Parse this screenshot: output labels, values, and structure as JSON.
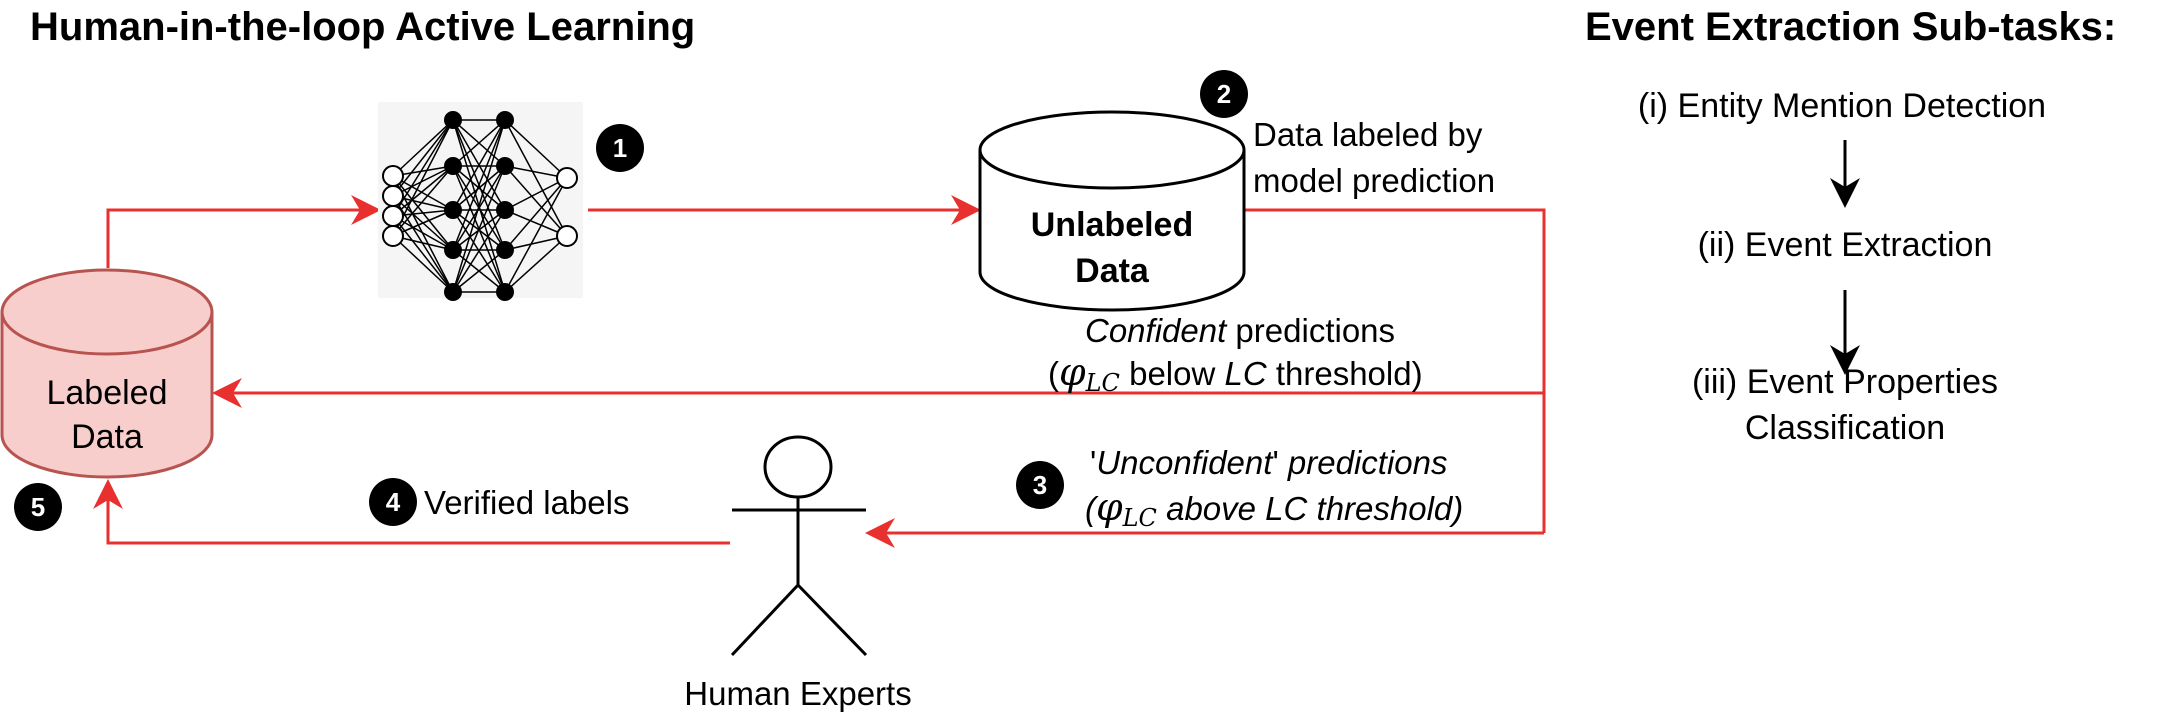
{
  "left_title": "Human-in-the-loop Active Learning",
  "right_title": "Event Extraction Sub-tasks:",
  "nodes": {
    "labeled_data": {
      "line1": "Labeled",
      "line2": "Data"
    },
    "unlabeled_data": {
      "line1": "Unlabeled",
      "line2": "Data"
    },
    "human": {
      "label": "Human Experts"
    }
  },
  "steps": [
    "1",
    "2",
    "3",
    "4",
    "5"
  ],
  "edge_labels": {
    "model_pred": {
      "line1": "Data labeled by",
      "line2": "model prediction"
    },
    "confident": {
      "line1_em": "Confident",
      "line1_rest": " predictions",
      "open": "(",
      "phi": "φ",
      "sub": "LC",
      "mid": "  below ",
      "lc": "LC",
      "end": " threshold)"
    },
    "unconfident": {
      "line1_q1": "'",
      "line1_em": "Unconfident",
      "line1_q2": "'",
      "line1_rest": " predictions",
      "open": "(",
      "phi": "φ",
      "sub": "LC",
      "rest": "  above LC threshold)"
    },
    "verified": "Verified labels"
  },
  "subtasks": [
    {
      "line1": "(i) Entity Mention Detection"
    },
    {
      "line1": "(ii) Event Extraction"
    },
    {
      "line1": "(iii) Event Properties",
      "line2": "Classification"
    }
  ],
  "colors": {
    "arrow": "#e8312e",
    "labeled_fill": "#f8cecc",
    "labeled_stroke": "#b85450",
    "badge": "#000000"
  }
}
